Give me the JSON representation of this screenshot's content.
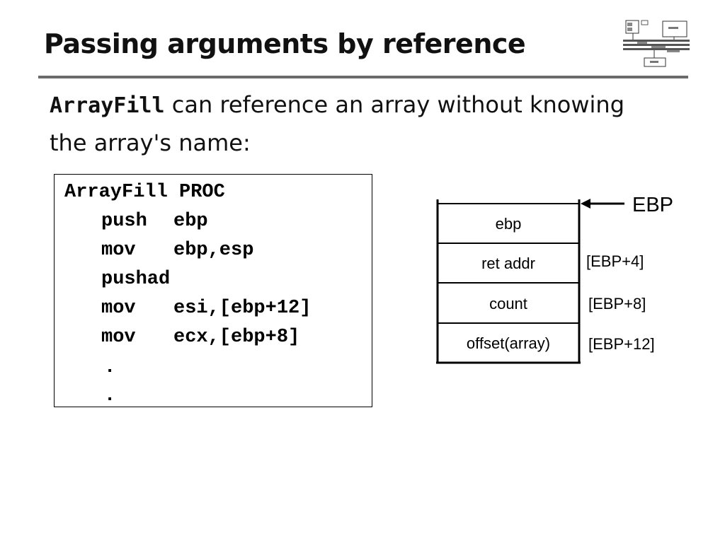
{
  "slide": {
    "title": "Passing arguments by reference",
    "intro": {
      "code_word": "ArrayFill",
      "text": " can reference an array without knowing the array's name:"
    },
    "code": {
      "line1": "ArrayFill PROC",
      "lines": [
        {
          "op": "push",
          "arg": "ebp"
        },
        {
          "op": "mov",
          "arg": "ebp,esp"
        },
        {
          "op": "pushad",
          "arg": ""
        },
        {
          "op": "mov",
          "arg": "esi,[ebp+12]"
        },
        {
          "op": "mov",
          "arg": "ecx,[ebp+8]"
        },
        {
          "op": ".",
          "arg": ""
        },
        {
          "op": ".",
          "arg": ""
        }
      ]
    },
    "stack": {
      "pointer_label": "EBP",
      "cells": [
        "ebp",
        "ret addr",
        "count",
        "offset(array)"
      ],
      "offsets": [
        "",
        "[EBP+4]",
        "[EBP+8]",
        "[EBP+12]"
      ]
    },
    "logo_icon": "computer-architecture-diagram-icon"
  }
}
